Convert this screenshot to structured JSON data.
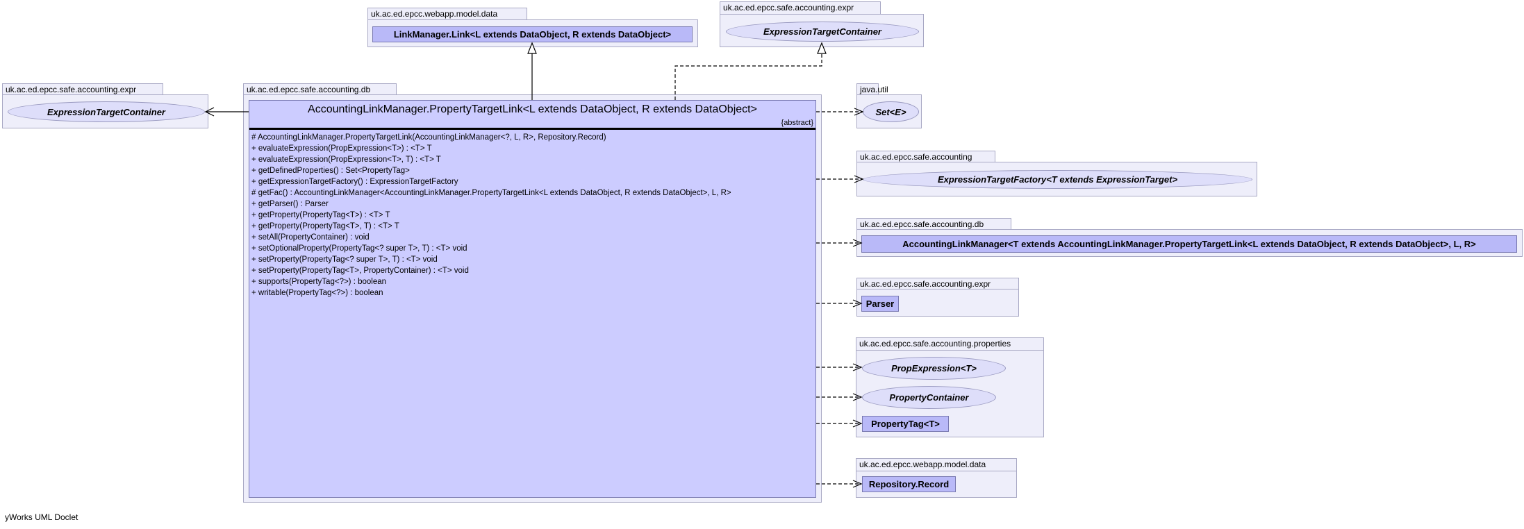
{
  "main_package": {
    "name": "uk.ac.ed.epcc.safe.accounting.db",
    "class": {
      "title": "AccountingLinkManager.PropertyTargetLink<L extends DataObject, R extends DataObject>",
      "stereotype": "{abstract}",
      "members": [
        "#  AccountingLinkManager.PropertyTargetLink(AccountingLinkManager<?, L, R>, Repository.Record)",
        "+  evaluateExpression(PropExpression<T>) :  <T> T",
        "+  evaluateExpression(PropExpression<T>, T) :  <T> T",
        "+  getDefinedProperties() : Set<PropertyTag>",
        "+  getExpressionTargetFactory() : ExpressionTargetFactory",
        "#  getFac() : AccountingLinkManager<AccountingLinkManager.PropertyTargetLink<L extends DataObject, R extends DataObject>, L, R>",
        "+  getParser() : Parser",
        "+  getProperty(PropertyTag<T>) :  <T> T",
        "+  getProperty(PropertyTag<T>, T) :  <T> T",
        "+  setAll(PropertyContainer) : void",
        "+  setOptionalProperty(PropertyTag<? super T>, T) :  <T> void",
        "+  setProperty(PropertyTag<? super T>, T) :  <T> void",
        "+  setProperty(PropertyTag<T>, PropertyContainer) :  <T> void",
        "+  supports(PropertyTag<?>) : boolean",
        "+  writable(PropertyTag<?>) : boolean"
      ]
    }
  },
  "packages": {
    "top_model_data": {
      "name": "uk.ac.ed.epcc.webapp.model.data",
      "items": [
        "LinkManager.Link<L extends DataObject, R extends DataObject>"
      ]
    },
    "top_expr": {
      "name": "uk.ac.ed.epcc.safe.accounting.expr",
      "items": [
        "ExpressionTargetContainer"
      ]
    },
    "left_expr": {
      "name": "uk.ac.ed.epcc.safe.accounting.expr",
      "items": [
        "ExpressionTargetContainer"
      ]
    },
    "java_util": {
      "name": "java.util",
      "items": [
        "Set<E>"
      ]
    },
    "accounting": {
      "name": "uk.ac.ed.epcc.safe.accounting",
      "items": [
        "ExpressionTargetFactory<T extends ExpressionTarget>"
      ]
    },
    "db": {
      "name": "uk.ac.ed.epcc.safe.accounting.db",
      "items": [
        "AccountingLinkManager<T extends AccountingLinkManager.PropertyTargetLink<L extends DataObject, R extends DataObject>, L, R>"
      ]
    },
    "expr_parser": {
      "name": "uk.ac.ed.epcc.safe.accounting.expr",
      "items": [
        "Parser"
      ]
    },
    "properties": {
      "name": "uk.ac.ed.epcc.safe.accounting.properties",
      "items": [
        "PropExpression<T>",
        "PropertyContainer",
        "PropertyTag<T>"
      ]
    },
    "bottom_model_data": {
      "name": "uk.ac.ed.epcc.webapp.model.data",
      "items": [
        "Repository.Record"
      ]
    }
  },
  "footer": "yWorks UML Doclet",
  "colors": {
    "package_bg": "#eeeefa",
    "class_bg": "#b9b9f8",
    "main_class_bg": "#ccccff",
    "interface_bg": "#dedefa"
  }
}
